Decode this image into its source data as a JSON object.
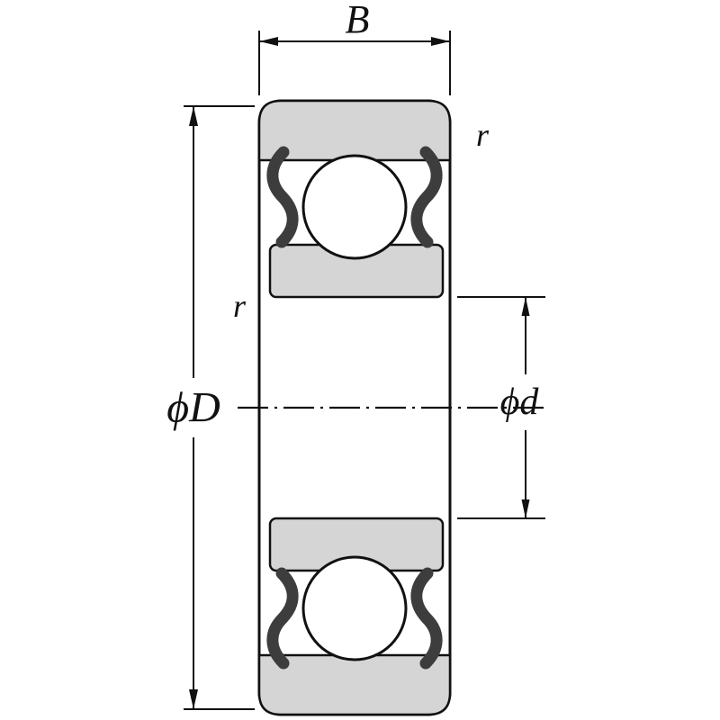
{
  "diagram": {
    "labels": {
      "width": "B",
      "outer_diameter": "ϕD",
      "bore_diameter": "ϕd",
      "radius_outer": "r",
      "radius_inner": "r"
    },
    "colors": {
      "ring_section": "#d5d5d5",
      "seal": "#3d3d3d",
      "ink": "#111111",
      "background": "#ffffff"
    }
  }
}
